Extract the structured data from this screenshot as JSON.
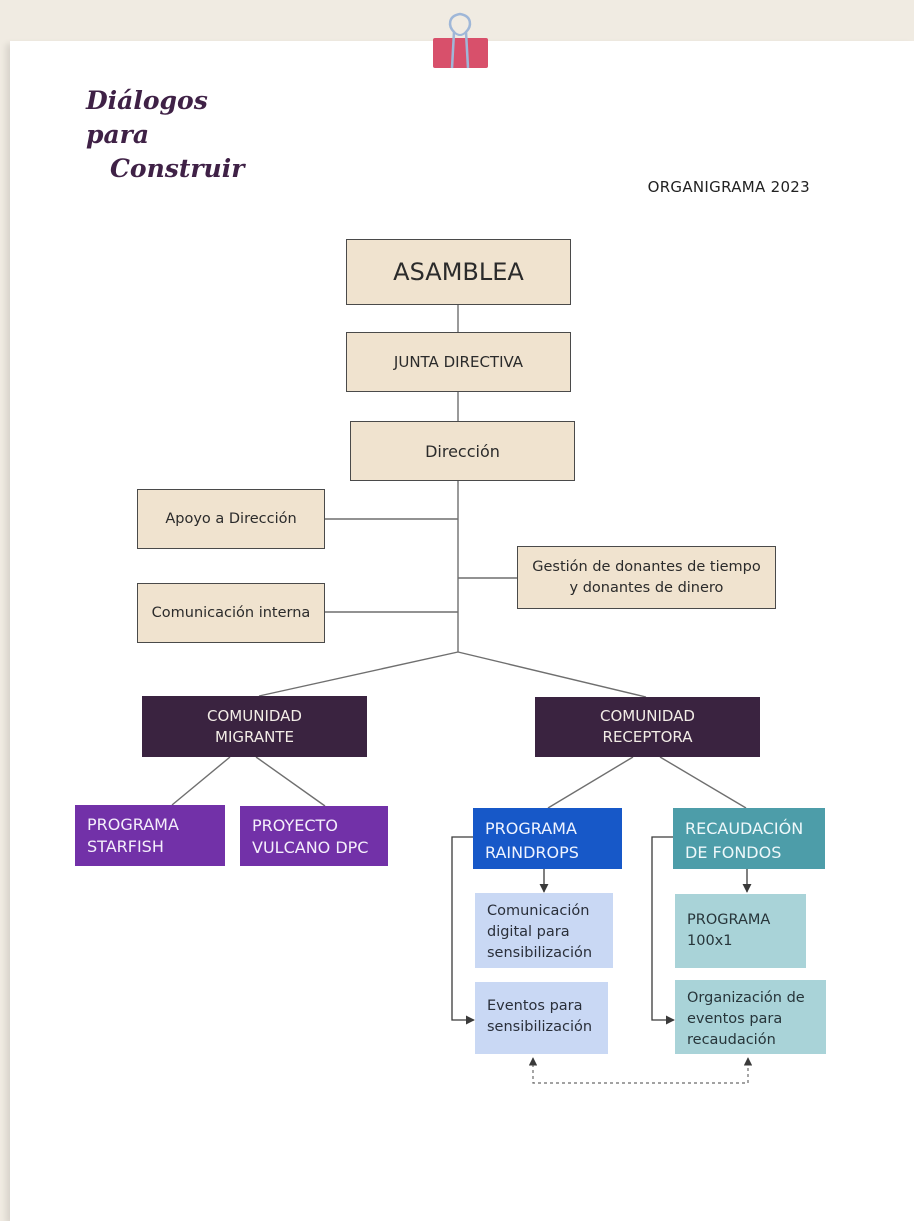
{
  "logo": {
    "line1": "Diálogos para",
    "line2": "Construir"
  },
  "title": "ORGANIGRAMA 2023",
  "nodes": {
    "asamblea": "ASAMBLEA",
    "junta": "JUNTA DIRECTIVA",
    "direccion": "Dirección",
    "apoyo": "Apoyo a Dirección",
    "gestion": "Gestión de donantes de tiempo\ny donantes de dinero",
    "comunicacion_interna": "Comunicación interna",
    "comunidad_migrante": "COMUNIDAD\nMIGRANTE",
    "comunidad_receptora": "COMUNIDAD\nRECEPTORA",
    "starfish": "PROGRAMA\nSTARFISH",
    "vulcano": "PROYECTO\nVULCANO DPC",
    "raindrops": "PROGRAMA\nRAINDROPS",
    "recaudacion": "RECAUDACIÓN\nDE FONDOS",
    "comunicacion_digital": "Comunicación\ndigital para\nsensibilización",
    "eventos_sensibilizacion": "Eventos para\nsensibilización",
    "programa_100x1": "PROGRAMA\n100x1",
    "organizacion_eventos": "Organización de\neventos para\nrecaudación"
  },
  "colors": {
    "beige": "#f0e3cf",
    "dark": "#3a2340",
    "purple": "#7231a8",
    "blue": "#1758c8",
    "teal": "#4d9da9",
    "light_blue": "#c9d8f4",
    "light_teal": "#a9d3d8",
    "binder_clip": "#d8506b"
  },
  "icons": {
    "clip": "binder-clip-icon"
  }
}
